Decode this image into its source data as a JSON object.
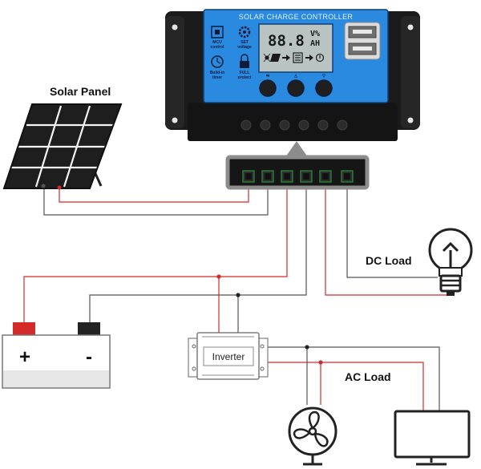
{
  "controller": {
    "title": "SOLAR CHARGE CONTROLLER",
    "lcd_value": "88.8",
    "lcd_unit_top": "V%",
    "lcd_unit_bottom": "AH",
    "features": [
      {
        "icon": "mcu-chip-icon",
        "label": "MCU control"
      },
      {
        "icon": "gear-icon",
        "label": "SET voltage"
      },
      {
        "icon": "clock-icon",
        "label": "Build-in timer"
      },
      {
        "icon": "lock-icon",
        "label": "FULL protect"
      }
    ],
    "buttons": [
      "menu-button",
      "up-button",
      "down-button"
    ]
  },
  "labels": {
    "solar_panel": "Solar Panel",
    "dc_load": "DC Load",
    "ac_load": "AC Load",
    "inverter": "Inverter",
    "battery_plus": "+",
    "battery_minus": "-"
  },
  "colors": {
    "positive_wire": "#d42a2a",
    "negative_wire": "#444444",
    "controller_blue": "#2a8ae0",
    "controller_body": "#1b1b1b"
  }
}
